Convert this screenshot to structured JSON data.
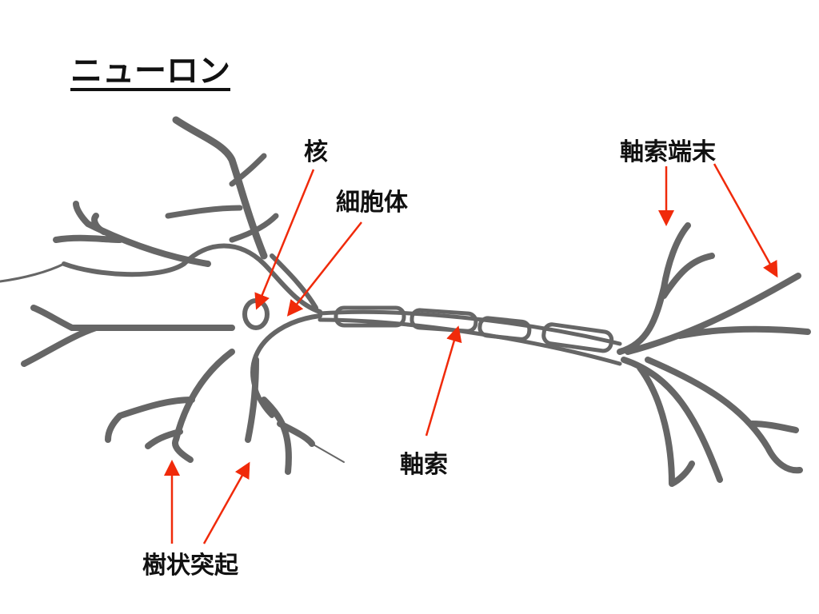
{
  "title": "ニューロン",
  "labels": {
    "nucleus": "核",
    "cell_body": "細胞体",
    "axon_terminal": "軸索端末",
    "axon": "軸索",
    "dendrite": "樹状突起"
  },
  "colors": {
    "neuron": "#666666",
    "arrow": "#f02a0a",
    "text": "#111111"
  }
}
